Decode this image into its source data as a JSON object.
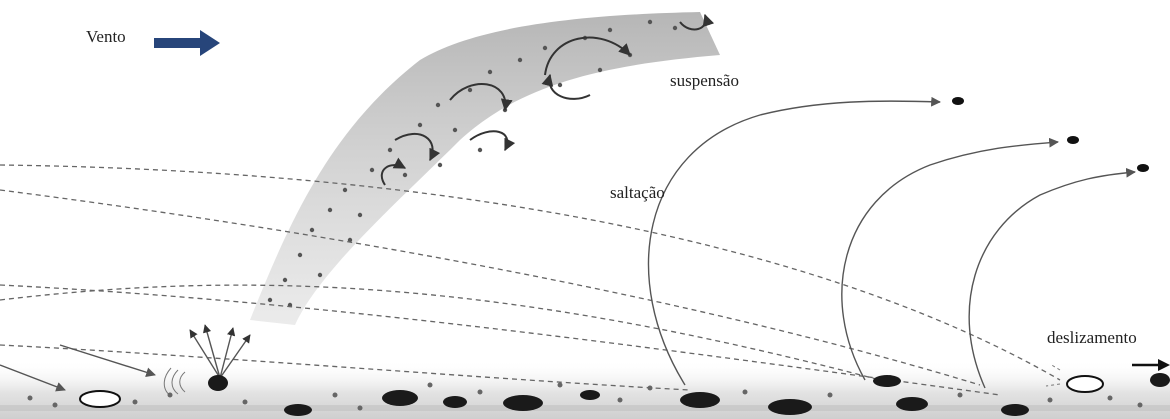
{
  "labels": {
    "wind": "Vento",
    "suspension": "suspensão",
    "saltation": "saltação",
    "creep": "deslizamento"
  },
  "colors": {
    "wind_arrow": "#27457a",
    "particle": "#1a1a1a",
    "trajectory": "#555555",
    "suspension_band": "#bdbdbd",
    "ground": "#d6d6d6"
  }
}
